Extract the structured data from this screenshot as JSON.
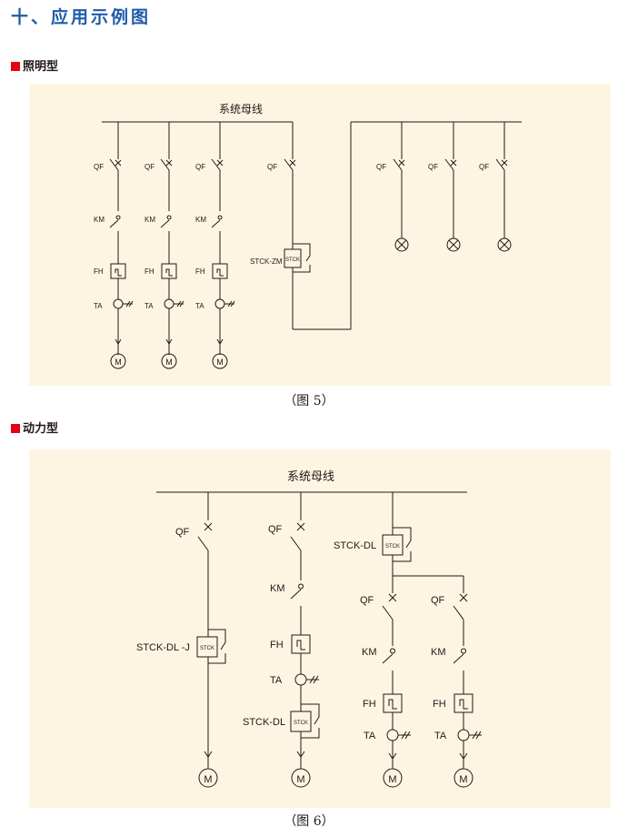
{
  "title": "十、应用示例图",
  "sections": {
    "lighting": "照明型",
    "power": "动力型"
  },
  "fig5": {
    "bus_label": "系统母线",
    "caption": "（图 5）",
    "labels": {
      "qf": "QF",
      "km": "KM",
      "fh": "FH",
      "ta": "TA",
      "motor": "M",
      "stck": "STCK",
      "device": "STCK-ZM"
    }
  },
  "fig6": {
    "bus_label": "系统母线",
    "caption": "（图 6）",
    "labels": {
      "qf": "QF",
      "km": "KM",
      "fh": "FH",
      "ta": "TA",
      "motor": "M",
      "stck": "STCK",
      "device_j": "STCK-DL -J",
      "device_dl": "STCK-DL"
    }
  },
  "colors": {
    "accent_square": "#e60012",
    "panel_bg": "#fdf5e2",
    "title_blue": "#1f5aa8",
    "line": "#231815"
  }
}
